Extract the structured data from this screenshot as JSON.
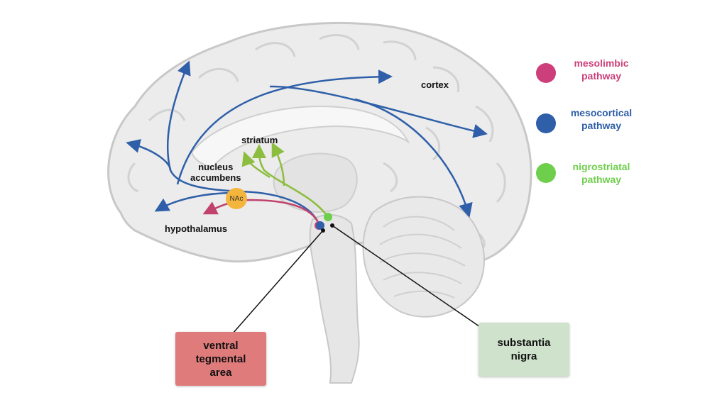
{
  "labels": {
    "cortex": "cortex",
    "striatum": "striatum",
    "nucleus_accumbens": "nucleus\naccumbens",
    "nac": "NAc",
    "hypothalamus": "hypothalamus"
  },
  "legend": [
    {
      "label": "mesolimbic\npathway",
      "color": "#cc3f7a"
    },
    {
      "label": "mesocortical\npathway",
      "color": "#2e5fa8"
    },
    {
      "label": "nigrostriatal\npathway",
      "color": "#6dcf4c"
    }
  ],
  "callouts": {
    "vta": {
      "label": "ventral\ntegmental\narea",
      "color": "#e07b7b"
    },
    "sn": {
      "label": "substantia\nnigra",
      "color": "#cfe3cc"
    }
  },
  "colors": {
    "brain_fill": "#ececec",
    "brain_stroke": "#c8c8c8",
    "mesocortical": "#2e5fa8",
    "mesolimbic": "#c0426d",
    "nigrostriatal": "#8dbd3f"
  }
}
